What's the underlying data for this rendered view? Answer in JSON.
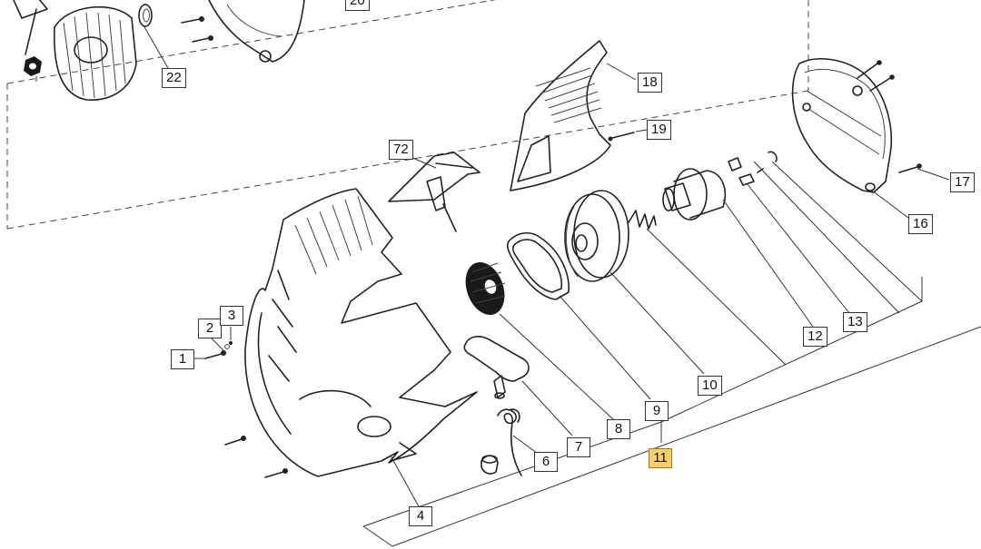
{
  "colors": {
    "highlight": "#f7cf6b",
    "line": "#222222",
    "background": "#ffffff"
  },
  "callouts": [
    {
      "id": "c1",
      "label": "1",
      "part": "screw"
    },
    {
      "id": "c2",
      "label": "2",
      "part": "washer"
    },
    {
      "id": "c3",
      "label": "3",
      "part": "nut"
    },
    {
      "id": "c4",
      "label": "4",
      "part": "starter-housing"
    },
    {
      "id": "c6",
      "label": "6",
      "part": "rope"
    },
    {
      "id": "c7",
      "label": "7",
      "part": "starter-handle"
    },
    {
      "id": "c8",
      "label": "8",
      "part": "spring-cover"
    },
    {
      "id": "c9",
      "label": "9",
      "part": "recoil-spring"
    },
    {
      "id": "c10",
      "label": "10",
      "part": "pulley"
    },
    {
      "id": "c11",
      "label": "11",
      "part": "starter-assembly",
      "highlighted": true
    },
    {
      "id": "c12",
      "label": "12",
      "part": "pulley-hub"
    },
    {
      "id": "c13",
      "label": "13",
      "part": "pawl"
    },
    {
      "id": "c16",
      "label": "16",
      "part": "cover-plate"
    },
    {
      "id": "c17",
      "label": "17",
      "part": "plate-screw"
    },
    {
      "id": "c18",
      "label": "18",
      "part": "handle-guard"
    },
    {
      "id": "c19",
      "label": "19",
      "part": "guard-pin"
    },
    {
      "id": "c20",
      "label": "20",
      "part": "crankcase"
    },
    {
      "id": "c22",
      "label": "22",
      "part": "seal"
    },
    {
      "id": "c72",
      "label": "72",
      "part": "bracket"
    }
  ]
}
